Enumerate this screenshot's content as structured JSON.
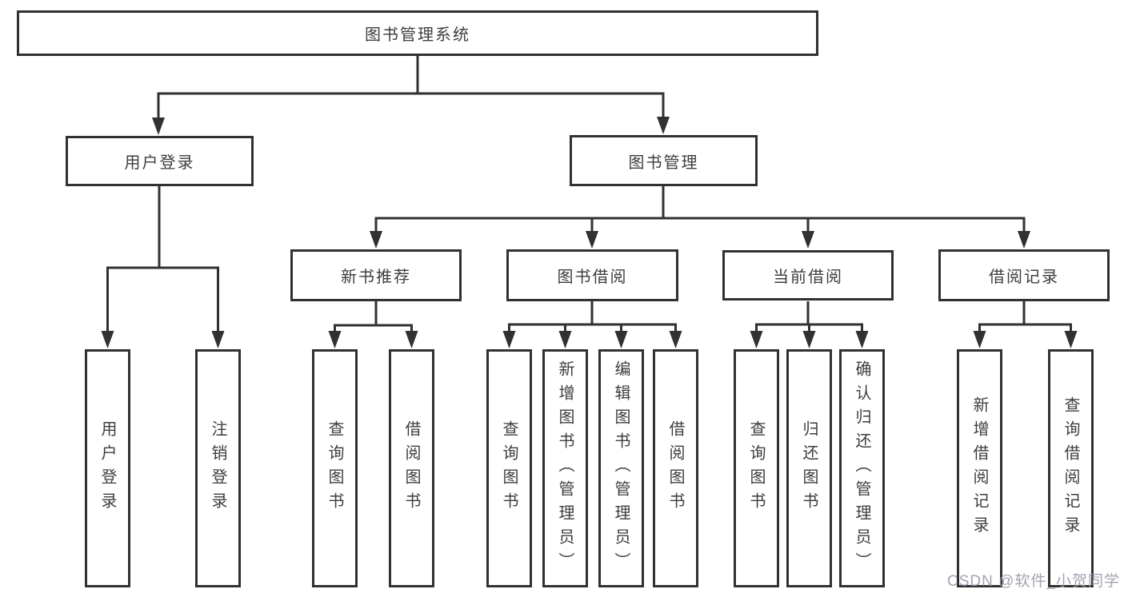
{
  "diagram": {
    "root": {
      "label": "图书管理系统"
    },
    "branches": [
      {
        "label": "用户登录",
        "children": [
          {
            "label": "用户登录"
          },
          {
            "label": "注销登录"
          }
        ]
      },
      {
        "label": "图书管理",
        "groups": [
          {
            "label": "新书推荐",
            "children": [
              {
                "label": "查询图书"
              },
              {
                "label": "借阅图书"
              }
            ]
          },
          {
            "label": "图书借阅",
            "children": [
              {
                "label": "查询图书"
              },
              {
                "label": "新增图书（管理员）"
              },
              {
                "label": "编辑图书（管理员）"
              },
              {
                "label": "借阅图书"
              }
            ]
          },
          {
            "label": "当前借阅",
            "children": [
              {
                "label": "查询图书"
              },
              {
                "label": "归还图书"
              },
              {
                "label": "确认归还（管理员）"
              }
            ]
          },
          {
            "label": "借阅记录",
            "children": [
              {
                "label": "新增借阅记录"
              },
              {
                "label": "查询借阅记录"
              }
            ]
          }
        ]
      }
    ]
  },
  "watermark": {
    "text": "CSDN @软件_小贺同学"
  },
  "colors": {
    "line": "#313131",
    "text": "#3d3d3d",
    "background": "#ffffff",
    "watermark": "#9e9eaf"
  }
}
